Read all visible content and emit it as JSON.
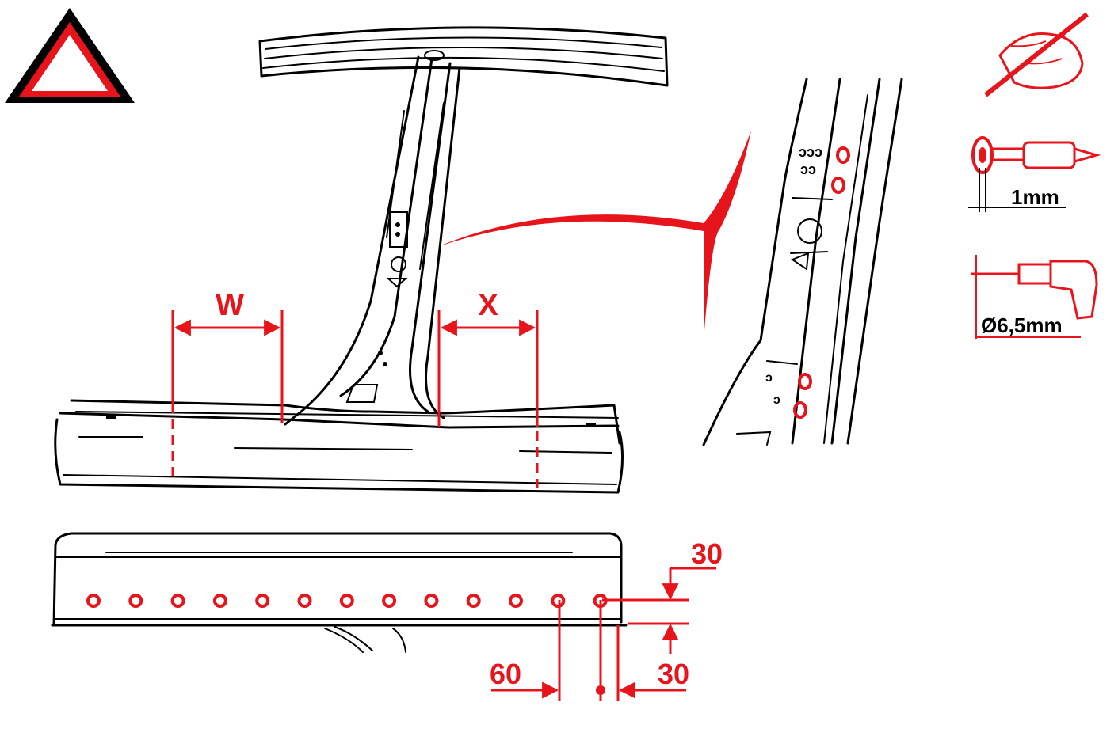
{
  "colors": {
    "accent": "#e8141c",
    "ink": "#000000",
    "background": "#ffffff"
  },
  "icons": {
    "warning": "warning-triangle-icon",
    "cut": "hand-cutting-tool-icon",
    "grind": "spot-weld-cutter-icon",
    "drill": "drill-icon"
  },
  "dimensions": {
    "w_label": "W",
    "x_label": "X",
    "top_offset": "30",
    "bottom_offset": "30",
    "pitch": "60"
  },
  "tools": {
    "grinder_depth": "1mm",
    "drill_diameter": "Ø6,5mm"
  },
  "holes": {
    "count": 13
  }
}
